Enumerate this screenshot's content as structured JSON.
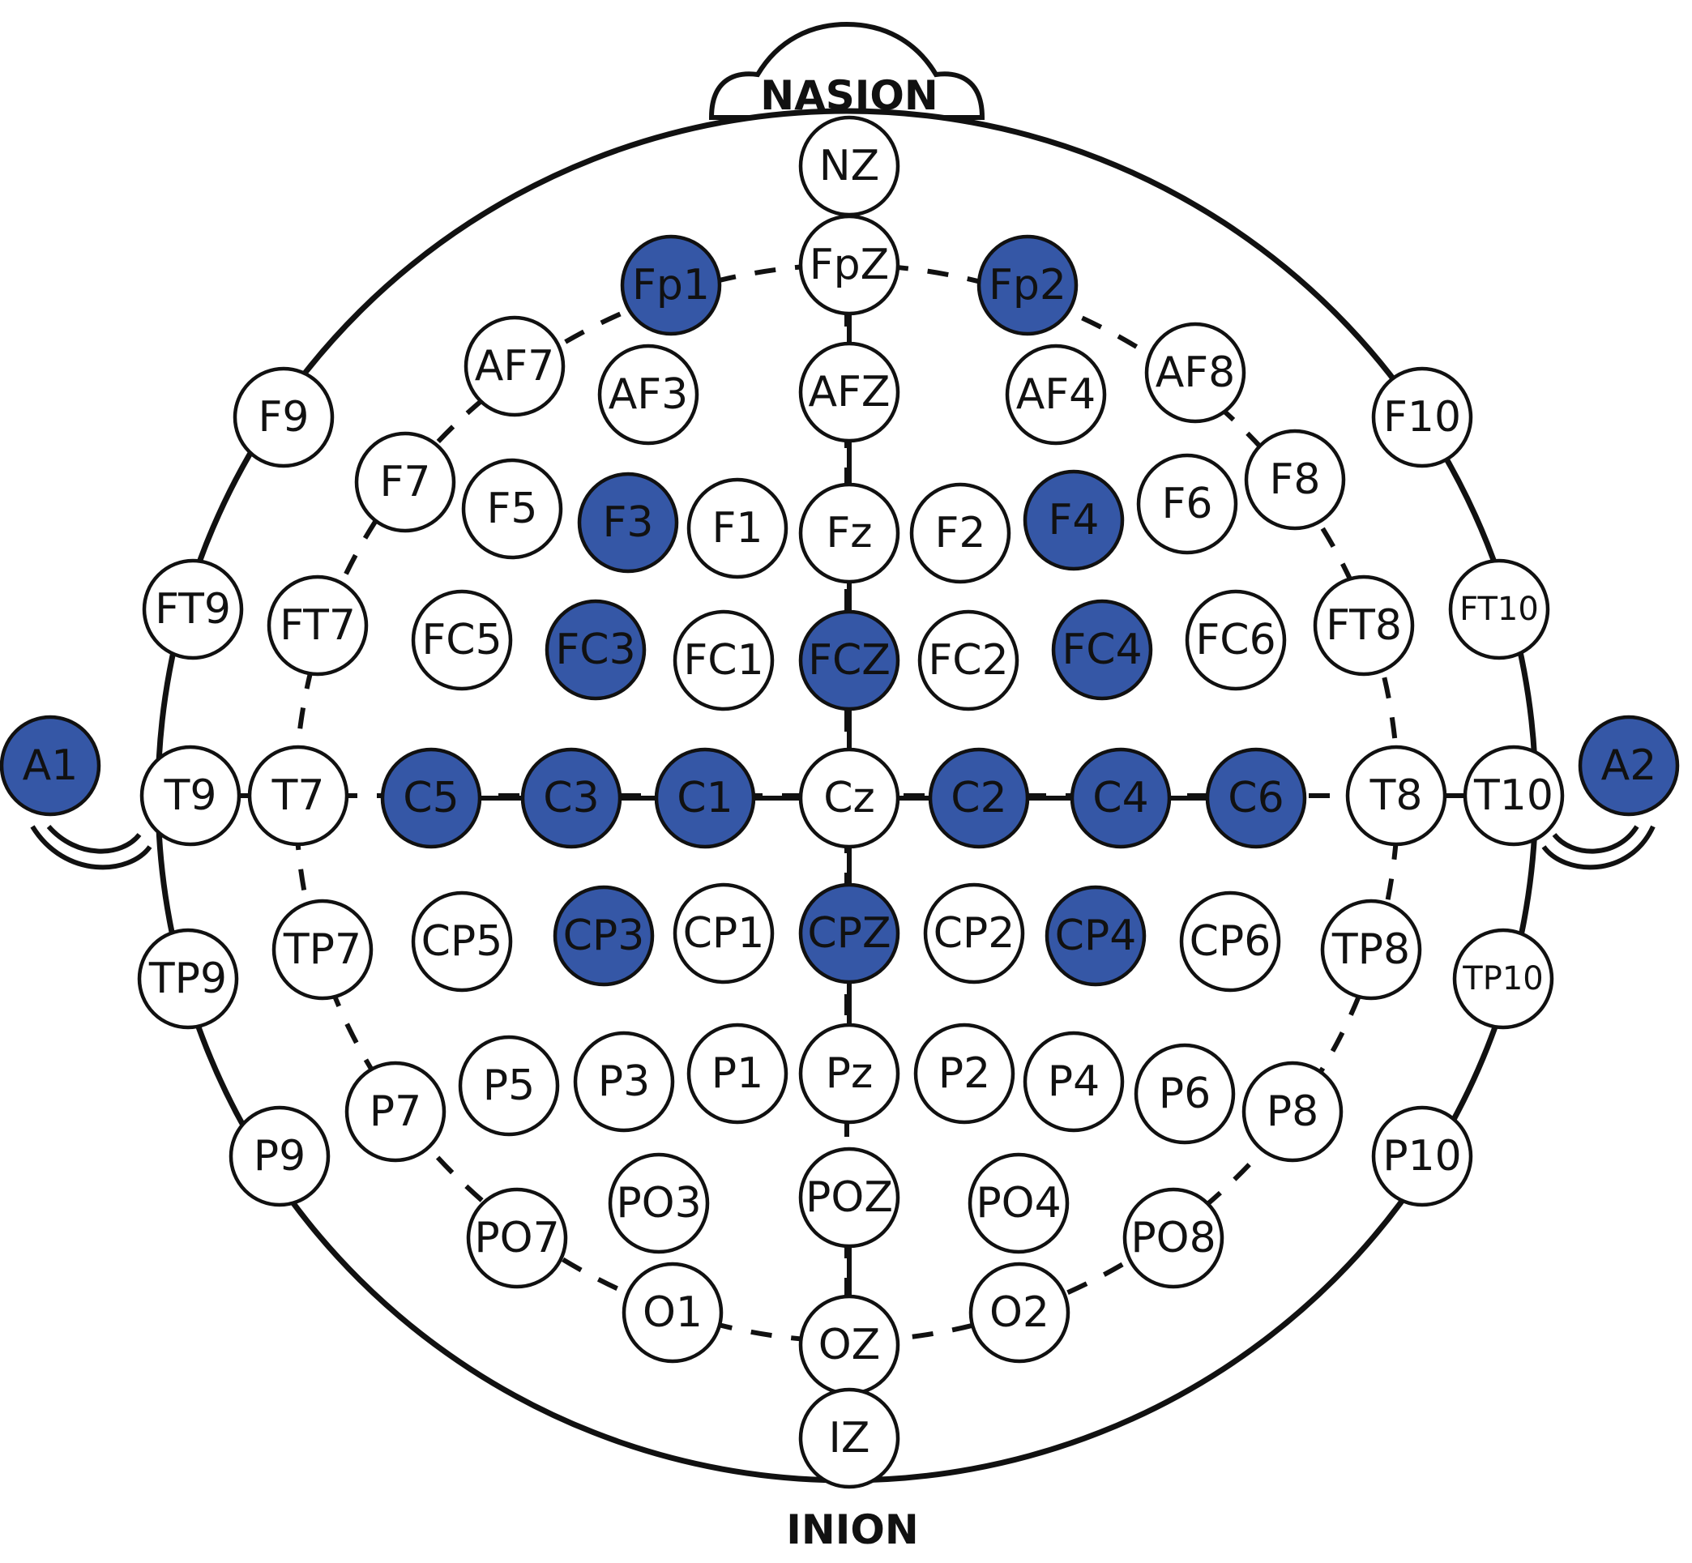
{
  "labels": {
    "top": "NASION",
    "bottom": "INION"
  },
  "colors": {
    "highlight": "#3557a6",
    "normal": "#ffffff",
    "outline": "#111111",
    "text": "#111111"
  },
  "electrodes": [
    {
      "name": "NZ",
      "selected": false
    },
    {
      "name": "FpZ",
      "selected": false
    },
    {
      "name": "Fp1",
      "selected": true
    },
    {
      "name": "Fp2",
      "selected": true
    },
    {
      "name": "AF7",
      "selected": false
    },
    {
      "name": "AF3",
      "selected": false
    },
    {
      "name": "AFZ",
      "selected": false
    },
    {
      "name": "AF4",
      "selected": false
    },
    {
      "name": "AF8",
      "selected": false
    },
    {
      "name": "F9",
      "selected": false
    },
    {
      "name": "F10",
      "selected": false
    },
    {
      "name": "F7",
      "selected": false
    },
    {
      "name": "F5",
      "selected": false
    },
    {
      "name": "F3",
      "selected": true
    },
    {
      "name": "F1",
      "selected": false
    },
    {
      "name": "Fz",
      "selected": false
    },
    {
      "name": "F2",
      "selected": false
    },
    {
      "name": "F4",
      "selected": true
    },
    {
      "name": "F6",
      "selected": false
    },
    {
      "name": "F8",
      "selected": false
    },
    {
      "name": "FT9",
      "selected": false
    },
    {
      "name": "FT7",
      "selected": false
    },
    {
      "name": "FC5",
      "selected": false
    },
    {
      "name": "FC3",
      "selected": true
    },
    {
      "name": "FC1",
      "selected": false
    },
    {
      "name": "FCZ",
      "selected": true
    },
    {
      "name": "FC2",
      "selected": false
    },
    {
      "name": "FC4",
      "selected": true
    },
    {
      "name": "FC6",
      "selected": false
    },
    {
      "name": "FT8",
      "selected": false
    },
    {
      "name": "FT10",
      "selected": false
    },
    {
      "name": "A1",
      "selected": true
    },
    {
      "name": "T9",
      "selected": false
    },
    {
      "name": "T7",
      "selected": false
    },
    {
      "name": "C5",
      "selected": true
    },
    {
      "name": "C3",
      "selected": true
    },
    {
      "name": "C1",
      "selected": true
    },
    {
      "name": "Cz",
      "selected": false
    },
    {
      "name": "C2",
      "selected": true
    },
    {
      "name": "C4",
      "selected": true
    },
    {
      "name": "C6",
      "selected": true
    },
    {
      "name": "T8",
      "selected": false
    },
    {
      "name": "T10",
      "selected": false
    },
    {
      "name": "A2",
      "selected": true
    },
    {
      "name": "TP9",
      "selected": false
    },
    {
      "name": "TP7",
      "selected": false
    },
    {
      "name": "CP5",
      "selected": false
    },
    {
      "name": "CP3",
      "selected": true
    },
    {
      "name": "CP1",
      "selected": false
    },
    {
      "name": "CPZ",
      "selected": true
    },
    {
      "name": "CP2",
      "selected": false
    },
    {
      "name": "CP4",
      "selected": true
    },
    {
      "name": "CP6",
      "selected": false
    },
    {
      "name": "TP8",
      "selected": false
    },
    {
      "name": "TP10",
      "selected": false
    },
    {
      "name": "P9",
      "selected": false
    },
    {
      "name": "P7",
      "selected": false
    },
    {
      "name": "P5",
      "selected": false
    },
    {
      "name": "P3",
      "selected": false
    },
    {
      "name": "P1",
      "selected": false
    },
    {
      "name": "Pz",
      "selected": false
    },
    {
      "name": "P2",
      "selected": false
    },
    {
      "name": "P4",
      "selected": false
    },
    {
      "name": "P6",
      "selected": false
    },
    {
      "name": "P8",
      "selected": false
    },
    {
      "name": "P10",
      "selected": false
    },
    {
      "name": "PO7",
      "selected": false
    },
    {
      "name": "PO3",
      "selected": false
    },
    {
      "name": "POZ",
      "selected": false
    },
    {
      "name": "PO4",
      "selected": false
    },
    {
      "name": "PO8",
      "selected": false
    },
    {
      "name": "O1",
      "selected": false
    },
    {
      "name": "OZ",
      "selected": false
    },
    {
      "name": "O2",
      "selected": false
    },
    {
      "name": "IZ",
      "selected": false
    }
  ]
}
